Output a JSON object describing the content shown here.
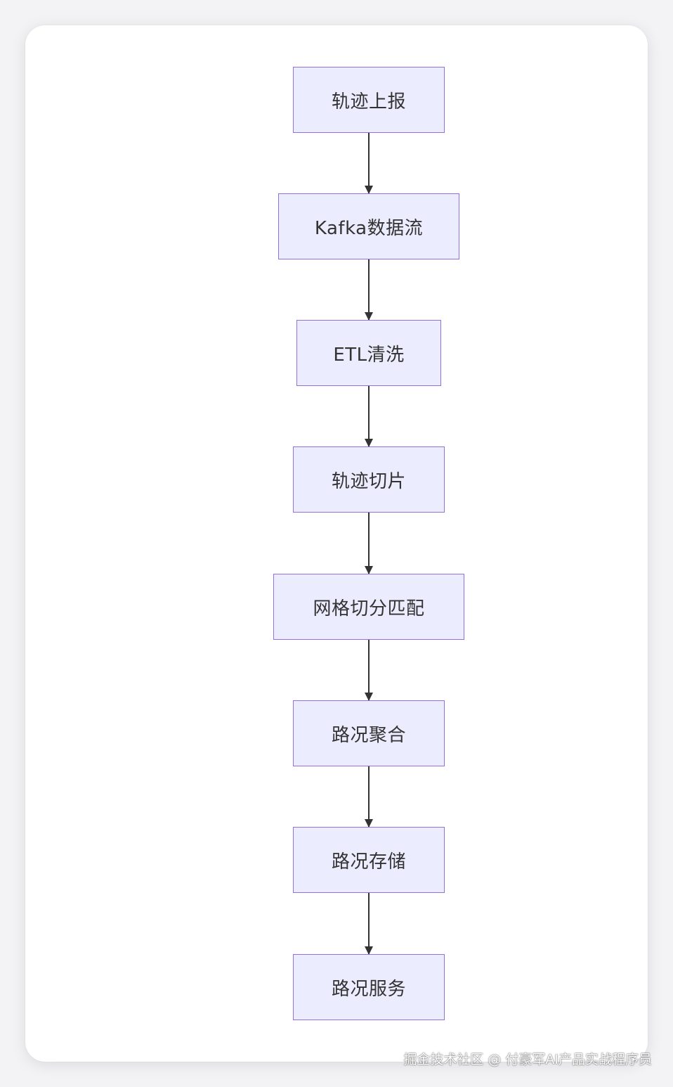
{
  "diagram": {
    "nodes": [
      {
        "id": "n1",
        "label": "轨迹上报"
      },
      {
        "id": "n2",
        "label": "Kafka数据流"
      },
      {
        "id": "n3",
        "label": "ETL清洗"
      },
      {
        "id": "n4",
        "label": "轨迹切片"
      },
      {
        "id": "n5",
        "label": "网格切分匹配"
      },
      {
        "id": "n6",
        "label": "路况聚合"
      },
      {
        "id": "n7",
        "label": "路况存储"
      },
      {
        "id": "n8",
        "label": "路况服务"
      }
    ],
    "edges": [
      {
        "from": "n1",
        "to": "n2"
      },
      {
        "from": "n2",
        "to": "n3"
      },
      {
        "from": "n3",
        "to": "n4"
      },
      {
        "from": "n4",
        "to": "n5"
      },
      {
        "from": "n5",
        "to": "n6"
      },
      {
        "from": "n6",
        "to": "n7"
      },
      {
        "from": "n7",
        "to": "n8"
      }
    ],
    "colors": {
      "node_fill": "#ececff",
      "node_border": "#9370db",
      "edge": "#333333",
      "text": "#333333"
    }
  },
  "watermark": "掘金技术社区 @ 付豪军AI产品实战程序员"
}
